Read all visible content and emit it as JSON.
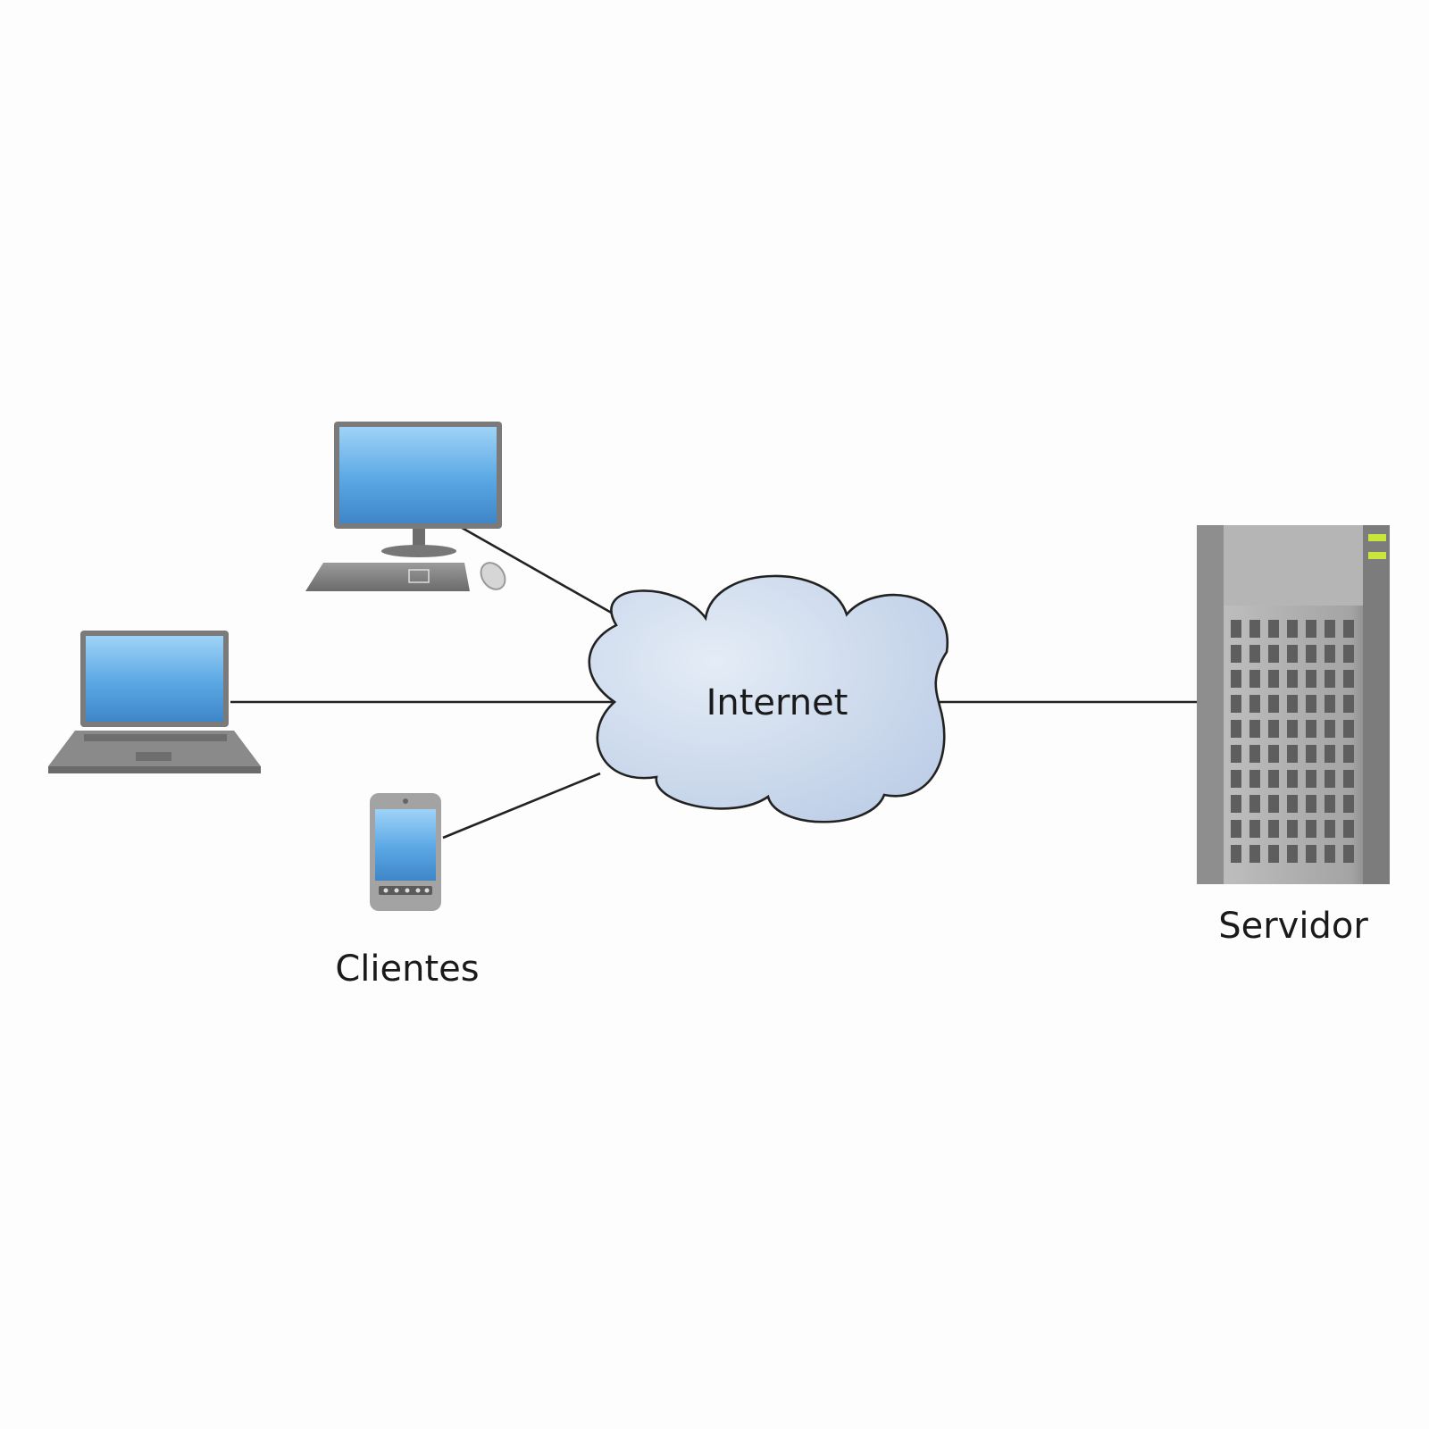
{
  "diagram": {
    "cloud_label": "Internet",
    "clients_label": "Clientes",
    "server_label": "Servidor"
  },
  "nodes": [
    {
      "id": "desktop",
      "icon": "desktop-computer-icon",
      "group": "Clientes"
    },
    {
      "id": "laptop",
      "icon": "laptop-icon",
      "group": "Clientes"
    },
    {
      "id": "smartphone",
      "icon": "smartphone-icon",
      "group": "Clientes"
    },
    {
      "id": "internet",
      "icon": "cloud-icon"
    },
    {
      "id": "server",
      "icon": "server-tower-icon"
    }
  ],
  "edges": [
    {
      "from": "desktop",
      "to": "internet"
    },
    {
      "from": "laptop",
      "to": "internet"
    },
    {
      "from": "smartphone",
      "to": "internet"
    },
    {
      "from": "internet",
      "to": "server"
    }
  ],
  "colors": {
    "screen_blue": "#5aa7e4",
    "cloud_fill": "#c9d7ea",
    "device_gray": "#8a8a8a",
    "server_gray": "#9a9a9a",
    "server_led": "#c8e63c"
  }
}
